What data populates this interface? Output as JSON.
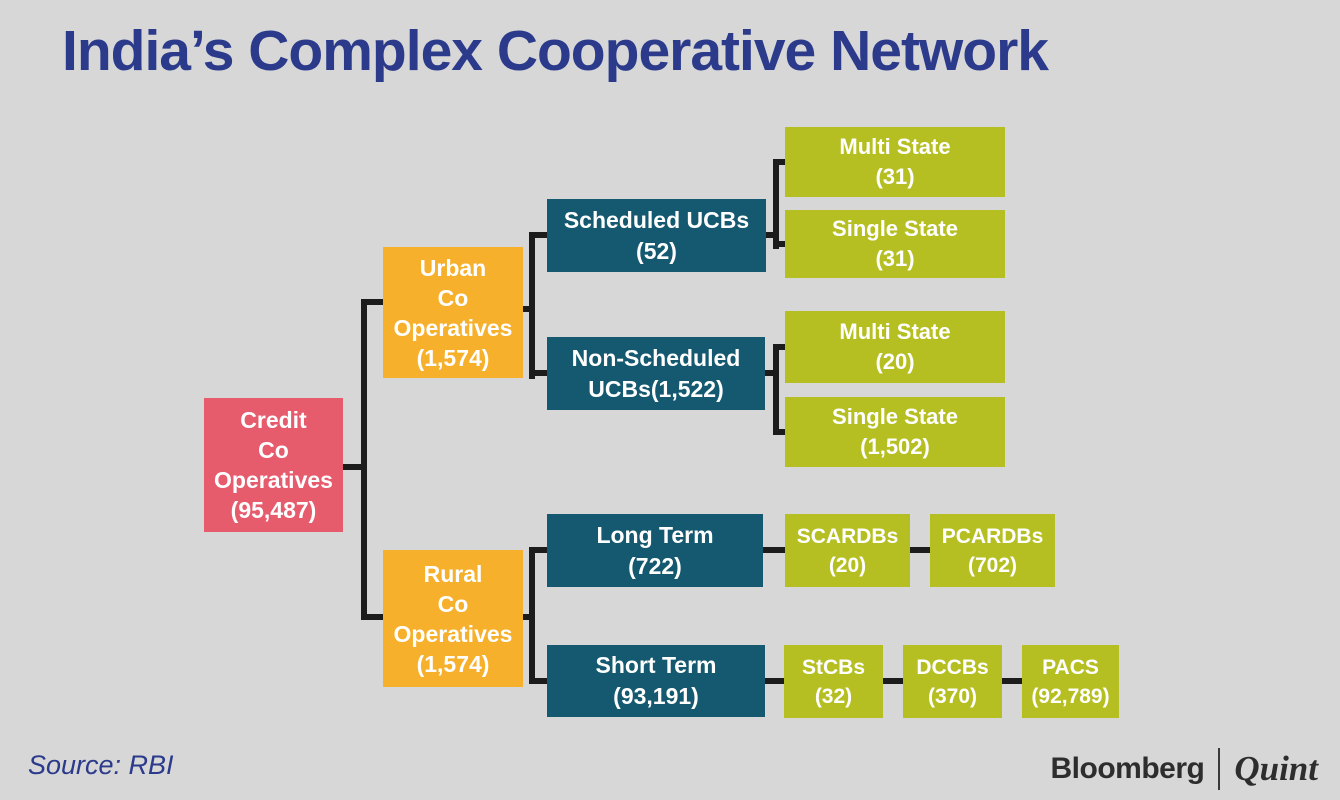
{
  "title": "India’s Complex Cooperative Network",
  "source": "Source: RBI",
  "brand": {
    "bloomberg": "Bloomberg",
    "quint": "Quint"
  },
  "colors": {
    "background": "#d7d7d7",
    "navy": "#2b3a8a",
    "root_pink": "#e65c6d",
    "level1_orange": "#f6b02b",
    "level2_teal": "#14596f",
    "level3_green": "#b6bf22",
    "connector": "#1c1c1c",
    "brand_dark": "#2d2d2d"
  },
  "nodes": {
    "credit": {
      "lines": [
        "Credit",
        "Co",
        "Operatives",
        "(95,487)"
      ]
    },
    "urban": {
      "lines": [
        "Urban",
        "Co",
        "Operatives",
        "(1,574)"
      ]
    },
    "rural": {
      "lines": [
        "Rural",
        "Co",
        "Operatives",
        "(1,574)"
      ]
    },
    "scheduled_ucbs": {
      "lines": [
        "Scheduled UCBs",
        "(52)"
      ]
    },
    "non_scheduled_ucbs": {
      "lines": [
        "Non-Scheduled",
        "UCBs(1,522)"
      ]
    },
    "sched_multi_state": {
      "lines": [
        "Multi State",
        "(31)"
      ]
    },
    "sched_single_state": {
      "lines": [
        "Single State",
        "(31)"
      ]
    },
    "nonsched_multi_state": {
      "lines": [
        "Multi State",
        "(20)"
      ]
    },
    "nonsched_single_state": {
      "lines": [
        "Single State",
        "(1,502)"
      ]
    },
    "long_term": {
      "lines": [
        "Long Term",
        "(722)"
      ]
    },
    "scardbs": {
      "lines": [
        "SCARDBs",
        "(20)"
      ]
    },
    "pcardbs": {
      "lines": [
        "PCARDBs",
        "(702)"
      ]
    },
    "short_term": {
      "lines": [
        "Short Term",
        "(93,191)"
      ]
    },
    "stcbs": {
      "lines": [
        "StCBs",
        "(32)"
      ]
    },
    "dccbs": {
      "lines": [
        "DCCBs",
        "(370)"
      ]
    },
    "pacs": {
      "lines": [
        "PACS",
        "(92,789)"
      ]
    }
  }
}
